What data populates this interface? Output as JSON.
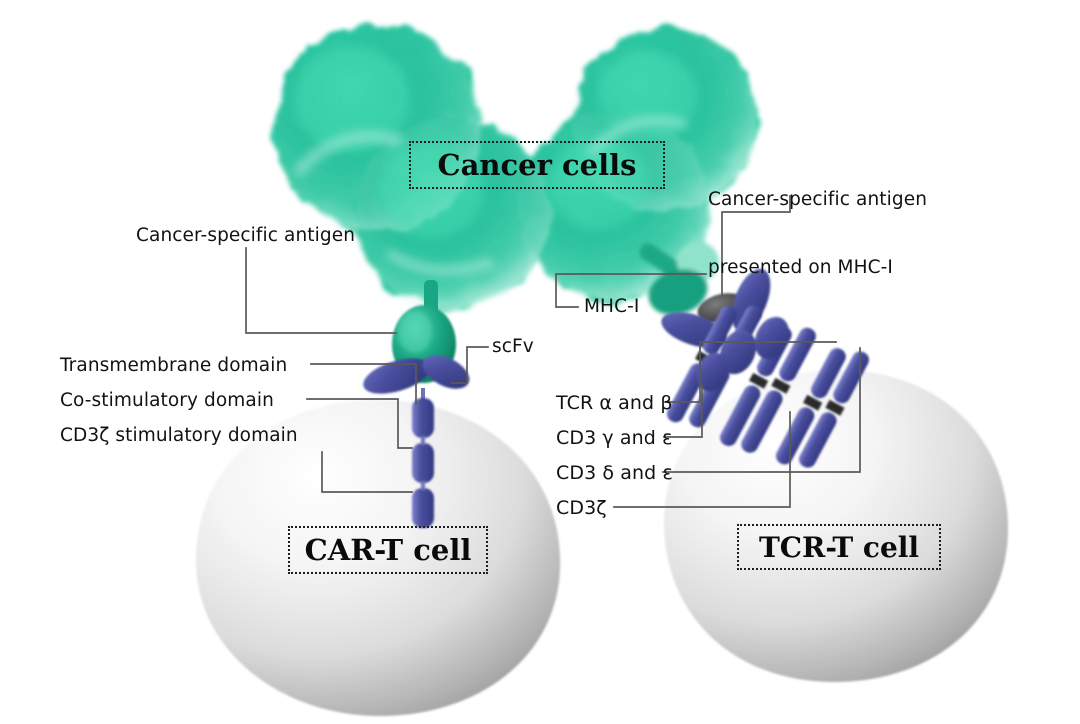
{
  "figure": {
    "type": "biological-mechanism-diagram",
    "subject": "CAR-T cell versus TCR-T cell antigen recognition",
    "background_color": "#ffffff"
  },
  "palette": {
    "cancer_cell_green": "#11bb93",
    "cancer_cell_green_light": "#7fe0c6",
    "receptor_blue": "#4a4f9e",
    "receptor_blue_dark": "#3a3f86",
    "t_cell_gray_light": "#fbfbfb",
    "t_cell_gray_edge": "#9a9a9a",
    "peptide_dark_gray": "#4a4a4a",
    "leader_line": "#5a5a5a",
    "text_color": "#121212"
  },
  "cell_tags": {
    "cancer": "Cancer cells",
    "car_t": "CAR-T cell",
    "tcr_t": "TCR-T cell"
  },
  "left_panel": {
    "title_tag": "CAR-T cell",
    "labels": [
      {
        "id": "cancer-specific-antigen",
        "text": "Cancer-specific antigen"
      },
      {
        "id": "transmembrane-domain",
        "text": "Transmembrane domain"
      },
      {
        "id": "co-stimulatory-domain",
        "text": "Co-stimulatory domain"
      },
      {
        "id": "cd3-zeta-stimulatory-domain",
        "text": "CD3ζ stimulatory domain"
      },
      {
        "id": "scfv",
        "text": "scFv"
      }
    ]
  },
  "right_panel": {
    "title_tag": "TCR-T cell",
    "labels": [
      {
        "id": "cancer-specific-antigen-mhc",
        "line1": "Cancer-specific antigen",
        "line2": "presented on MHC-I"
      },
      {
        "id": "mhc-1",
        "text": "MHC-I"
      },
      {
        "id": "tcr-alpha-beta",
        "text": "TCR α and β"
      },
      {
        "id": "cd3-gamma-epsilon",
        "text": "CD3 γ and ε"
      },
      {
        "id": "cd3-delta-epsilon",
        "text": "CD3 δ and ε"
      },
      {
        "id": "cd3-zeta",
        "text": "CD3ζ"
      }
    ]
  },
  "structures": {
    "cancer_cell_count": 4,
    "car_domains_stacked": 3,
    "tcr_chain_pairs": 4,
    "peptide_on_mhc": true
  }
}
